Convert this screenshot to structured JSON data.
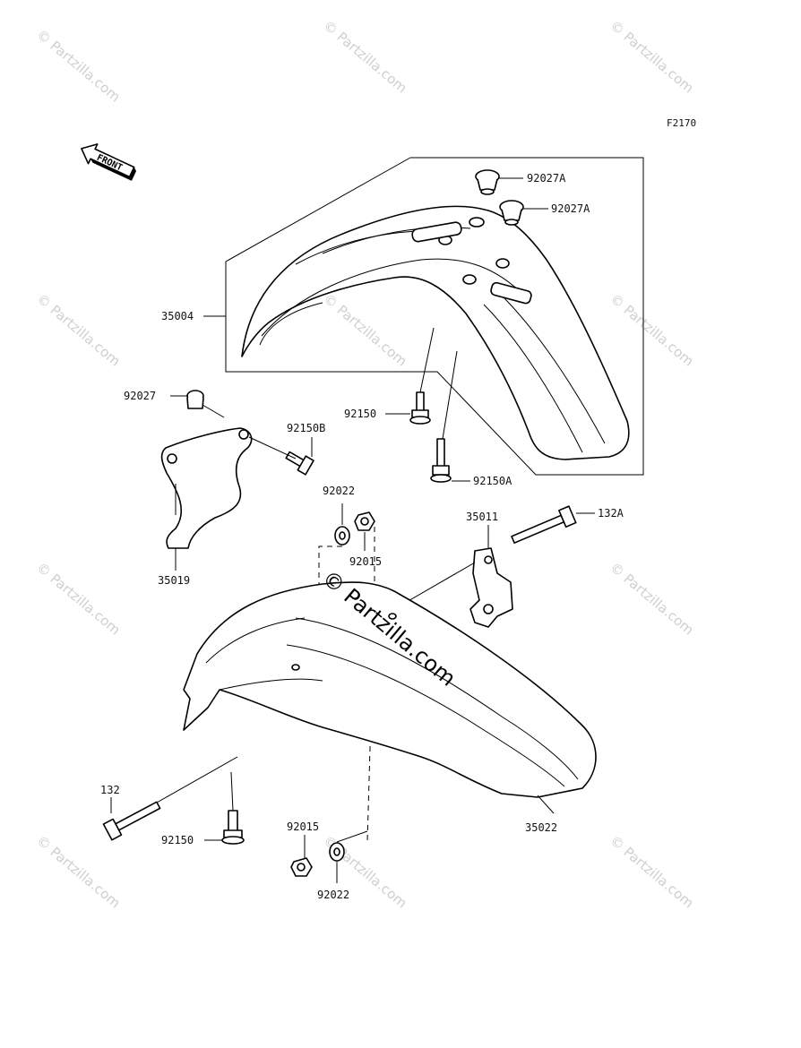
{
  "diagram_code": "F2170",
  "front_label": "FRONT",
  "watermark": "© Partzilla.com",
  "watermark_center": "© Partzilla.com",
  "parts": {
    "p92027A_1": "92027A",
    "p92027A_2": "92027A",
    "p35004": "35004",
    "p92027": "92027",
    "p92150": "92150",
    "p92150B": "92150B",
    "p92150A": "92150A",
    "p92022_top": "92022",
    "p92015_top": "92015",
    "p35011": "35011",
    "p132A": "132A",
    "p35019": "35019",
    "p132": "132",
    "p92150_bottom": "92150",
    "p92015_bottom": "92015",
    "p92022_bottom": "92022",
    "p35022": "35022"
  }
}
